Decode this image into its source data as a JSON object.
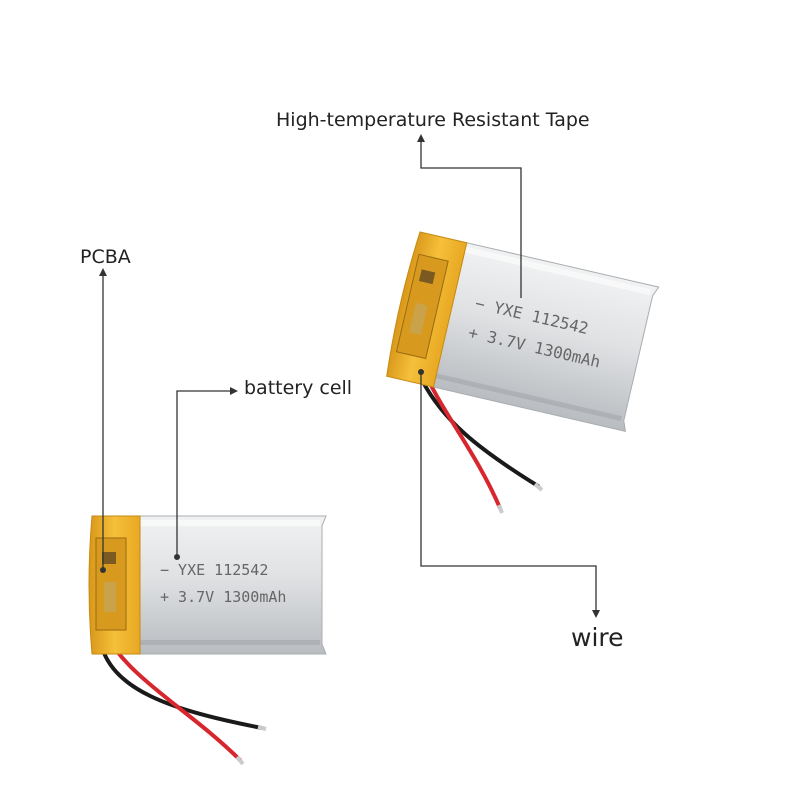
{
  "labels": {
    "tape": "High-temperature Resistant Tape",
    "pcba": "PCBA",
    "cell": "battery cell",
    "wire": "wire"
  },
  "battery_print": {
    "line1": "−  YXE 112542",
    "line2": "+  3.7V 1300mAh"
  },
  "colors": {
    "cell_silver": "#cfd1d4",
    "tape_yellow": "#f3b82a",
    "wire_red": "#d8262e",
    "wire_black": "#1a1a1a",
    "callout_line": "#333333"
  }
}
